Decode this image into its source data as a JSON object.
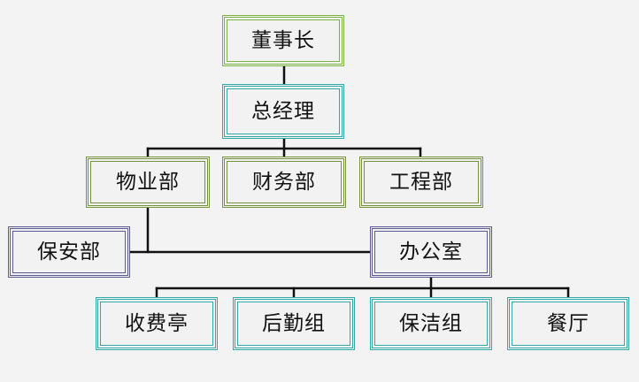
{
  "org_chart": {
    "chairman": "董事长",
    "general_manager": "总经理",
    "property_dept": "物业部",
    "finance_dept": "财务部",
    "engineering_dept": "工程部",
    "security_dept": "保安部",
    "office": "办公室",
    "toll_booth": "收费亭",
    "logistics_group": "后勤组",
    "cleaning_group": "保洁组",
    "canteen": "餐厅"
  },
  "colors": {
    "background": "#f3f3f3",
    "box_fill": "#f2f2f2",
    "green": "#7cb342",
    "olive_green": "#76923c",
    "teal": "#31a9a6",
    "purple": "#5c5891",
    "connector": "#111111"
  }
}
